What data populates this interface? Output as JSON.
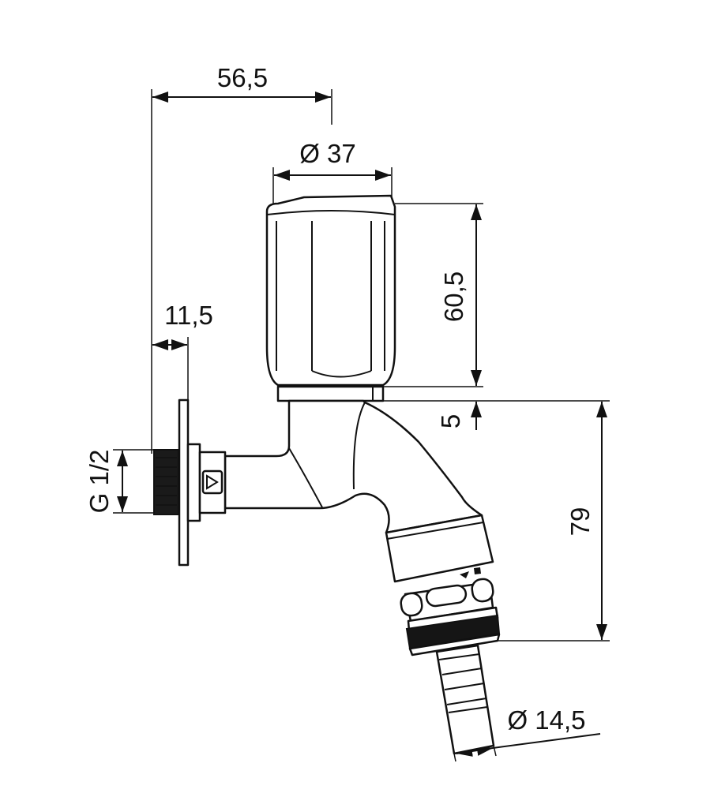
{
  "drawing": {
    "dimensions": {
      "overall_depth": "56,5",
      "handle_diameter": "Ø 37",
      "handle_height": "60,5",
      "gap": "5",
      "outlet_height": "79",
      "flange_offset": "11,5",
      "thread": "G 1/2",
      "hose_diameter": "Ø 14,5"
    },
    "colors": {
      "line": "#111111",
      "background": "#ffffff"
    }
  }
}
